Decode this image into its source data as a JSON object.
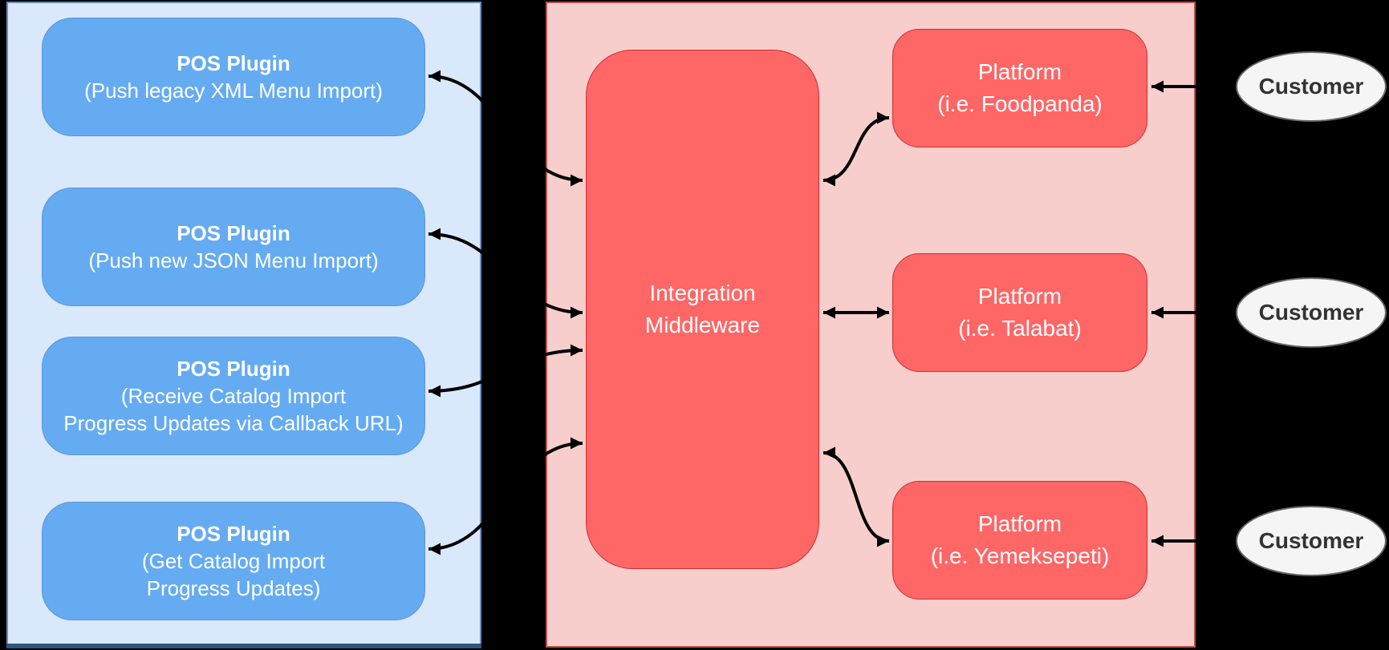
{
  "diagram": {
    "pos_panel": {
      "boxes": [
        {
          "title": "POS Plugin",
          "lines": [
            "(Push legacy XML Menu Import)"
          ]
        },
        {
          "title": "POS Plugin",
          "lines": [
            "(Push new JSON Menu Import)"
          ]
        },
        {
          "title": "POS Plugin",
          "lines": [
            "(Receive Catalog Import",
            "Progress Updates via Callback URL)"
          ]
        },
        {
          "title": "POS Plugin",
          "lines": [
            "(Get Catalog Import",
            "Progress Updates)"
          ]
        }
      ]
    },
    "middleware": {
      "lines": [
        "Integration",
        "Middleware"
      ]
    },
    "platform_panel": {
      "boxes": [
        {
          "title": "Platform",
          "subtitle": "(i.e. Foodpanda)"
        },
        {
          "title": "Platform",
          "subtitle": "(i.e. Talabat)"
        },
        {
          "title": "Platform",
          "subtitle": "(i.e. Yemeksepeti)"
        }
      ]
    },
    "customers": [
      {
        "label": "Customer"
      },
      {
        "label": "Customer"
      },
      {
        "label": "Customer"
      }
    ]
  },
  "colors": {
    "background": "#000000",
    "pos-panel-fill": "#dae8fc",
    "pos-panel-stroke": "#6c8ebf",
    "pos-box-fill": "#65abf2",
    "pos-box-stroke": "#5a97d5",
    "platform-panel-fill": "#f8cecc",
    "platform-panel-stroke": "#b85450",
    "red-box-fill": "#ff6666",
    "red-box-stroke": "#cc2f2f",
    "customer-fill": "#f5f5f5",
    "customer-stroke": "#666666",
    "customer-text": "#333333",
    "box-text": "#ffffff",
    "arrow": "#000000"
  }
}
